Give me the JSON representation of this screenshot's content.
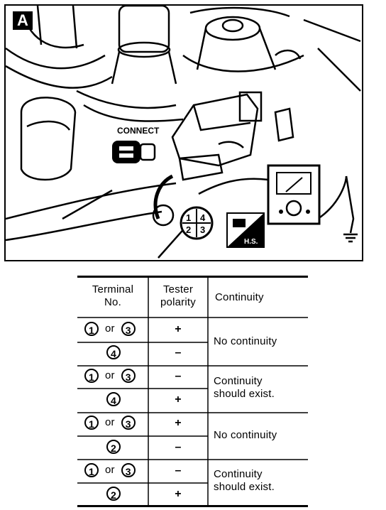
{
  "figure": {
    "label": "A",
    "connect_label": "CONNECT",
    "terminal_numbers": [
      "1",
      "4",
      "2",
      "3"
    ],
    "badge_label": "H.S."
  },
  "table": {
    "headers": {
      "terminal": "Terminal No.",
      "terminal_line1": "Terminal",
      "terminal_line2": "No.",
      "polarity_line1": "Tester",
      "polarity_line2": "polarity",
      "continuity": "Continuity"
    },
    "rows": [
      {
        "terminals": [
          "1",
          "3"
        ],
        "joiner": "or",
        "polarity": "+"
      },
      {
        "terminals": [
          "4"
        ],
        "polarity": "–"
      },
      {
        "terminals": [
          "1",
          "3"
        ],
        "joiner": "or",
        "polarity": "–"
      },
      {
        "terminals": [
          "4"
        ],
        "polarity": "+"
      },
      {
        "terminals": [
          "1",
          "3"
        ],
        "joiner": "or",
        "polarity": "+"
      },
      {
        "terminals": [
          "2"
        ],
        "polarity": "–"
      },
      {
        "terminals": [
          "1",
          "3"
        ],
        "joiner": "or",
        "polarity": "–"
      },
      {
        "terminals": [
          "2"
        ],
        "polarity": "+"
      }
    ],
    "groups": [
      {
        "line1": "No continuity",
        "line2": ""
      },
      {
        "line1": "Continuity",
        "line2": "should exist."
      },
      {
        "line1": "No continuity",
        "line2": ""
      },
      {
        "line1": "Continuity",
        "line2": "should exist."
      }
    ]
  }
}
